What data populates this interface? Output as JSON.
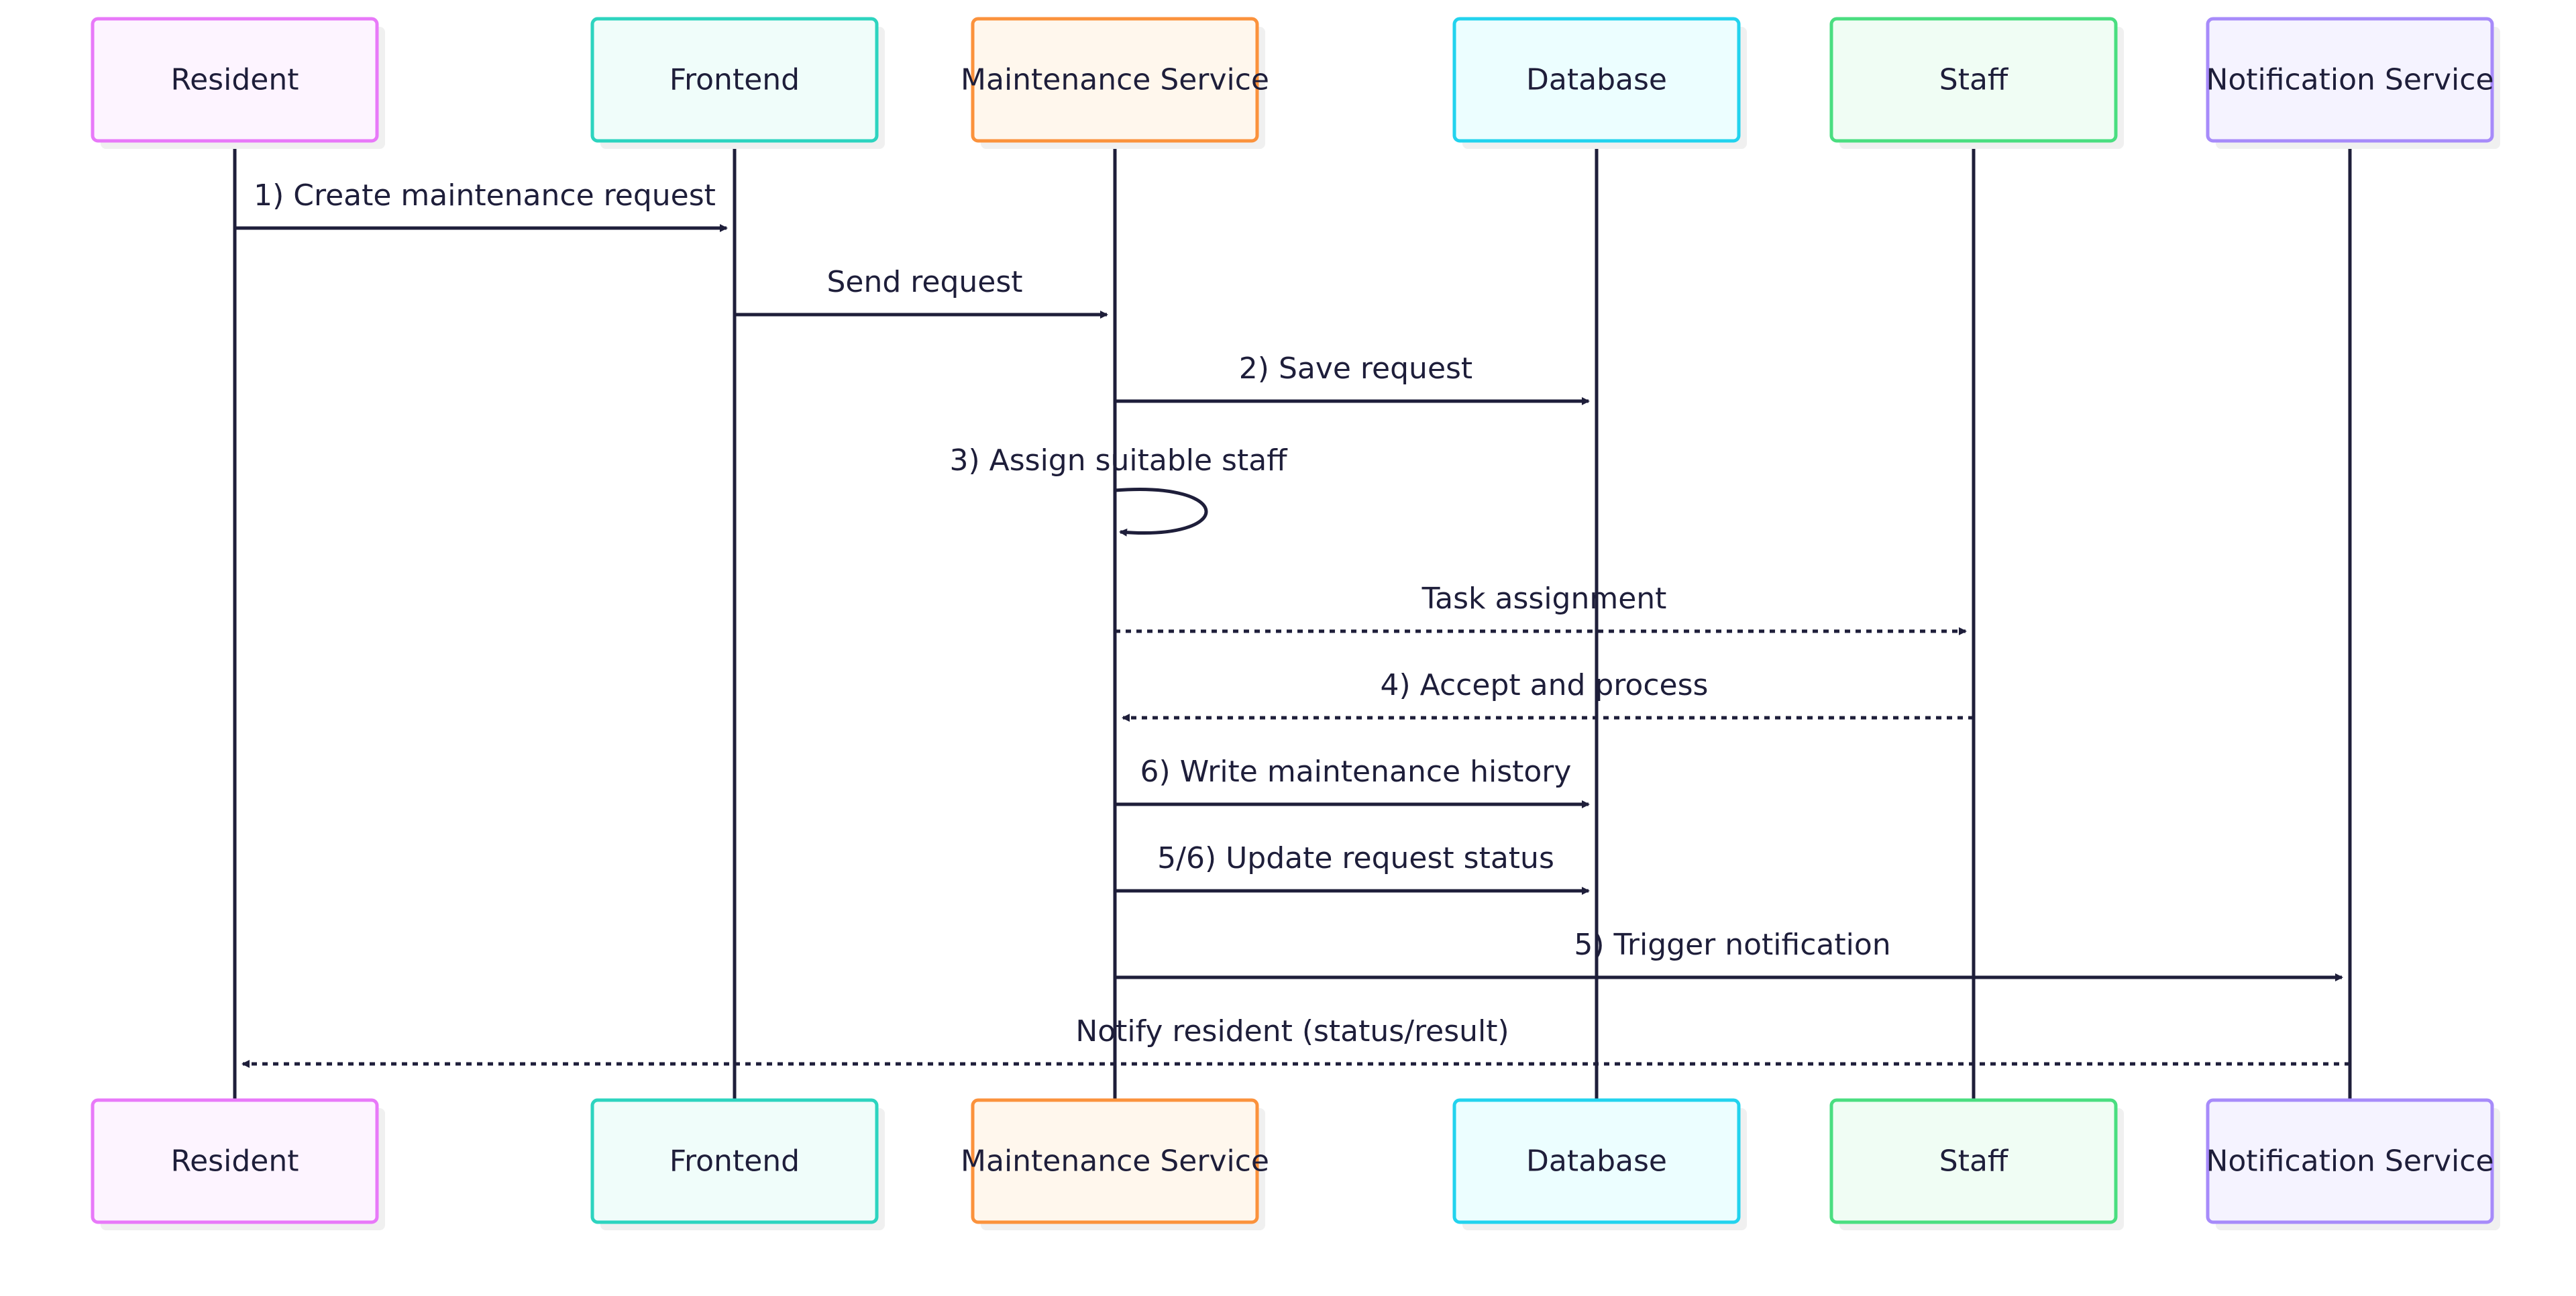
{
  "diagram": {
    "type": "sequence",
    "participants": [
      {
        "id": "resident",
        "label": "Resident",
        "border": "#e879f9",
        "fill": "#fdf4ff"
      },
      {
        "id": "frontend",
        "label": "Frontend",
        "border": "#2dd4bf",
        "fill": "#f0fdfa"
      },
      {
        "id": "maintenance",
        "label": "Maintenance Service",
        "border": "#fb923c",
        "fill": "#fff7ed"
      },
      {
        "id": "database",
        "label": "Database",
        "border": "#22d3ee",
        "fill": "#ecfeff"
      },
      {
        "id": "staff",
        "label": "Staff",
        "border": "#4ade80",
        "fill": "#f0fdf4"
      },
      {
        "id": "notification",
        "label": "Notification Service",
        "border": "#a78bfa",
        "fill": "#f5f3ff"
      }
    ],
    "messages": [
      {
        "from": "resident",
        "to": "frontend",
        "label": "1) Create maintenance request",
        "style": "solid"
      },
      {
        "from": "frontend",
        "to": "maintenance",
        "label": "Send request",
        "style": "solid"
      },
      {
        "from": "maintenance",
        "to": "database",
        "label": "2) Save request",
        "style": "solid"
      },
      {
        "from": "maintenance",
        "to": "maintenance",
        "label": "3) Assign suitable staff",
        "style": "self"
      },
      {
        "from": "maintenance",
        "to": "staff",
        "label": "Task assignment",
        "style": "dotted"
      },
      {
        "from": "staff",
        "to": "maintenance",
        "label": "4) Accept and process",
        "style": "dotted"
      },
      {
        "from": "maintenance",
        "to": "database",
        "label": "6) Write maintenance history",
        "style": "solid"
      },
      {
        "from": "maintenance",
        "to": "database",
        "label": "5/6) Update request status",
        "style": "solid"
      },
      {
        "from": "maintenance",
        "to": "notification",
        "label": "5) Trigger notification",
        "style": "solid"
      },
      {
        "from": "notification",
        "to": "resident",
        "label": "Notify resident (status/result)",
        "style": "dotted"
      }
    ],
    "colors": {
      "line": "#1e1e3a",
      "text": "#1e1e3a",
      "shadow": "#f0f0f0"
    }
  }
}
